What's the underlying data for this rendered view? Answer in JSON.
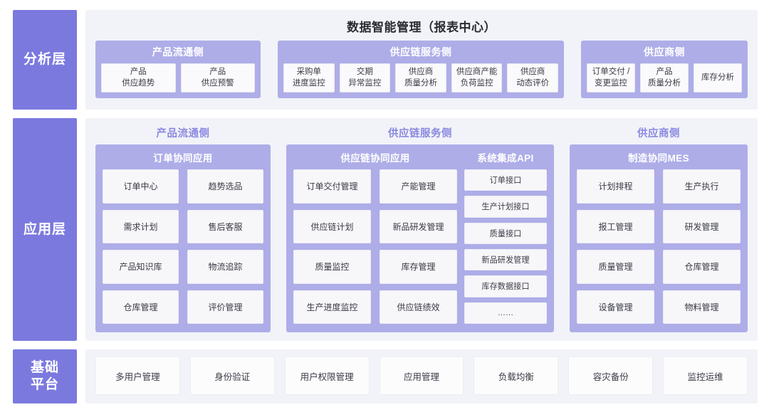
{
  "diagram": {
    "accent_dark": "#7B79DE",
    "accent_mid": "#AEADE8",
    "panel_bg": "#F2F3F8",
    "heading_color": "#8B89E0"
  },
  "analysis_layer": {
    "tab_label": "分析层",
    "title": "数据智能管理（报表中心）",
    "groups": [
      {
        "title": "产品流通侧",
        "items": [
          "产品\n供应趋势",
          "产品\n供应预警"
        ]
      },
      {
        "title": "供应链服务侧",
        "items": [
          "采购单\n进度监控",
          "交期\n异常监控",
          "供应商\n质量分析",
          "供应商产能\n负荷监控",
          "供应商\n动态评价"
        ]
      },
      {
        "title": "供应商侧",
        "items": [
          "订单交付 /\n变更监控",
          "产品\n质量分析",
          "库存分析"
        ]
      }
    ]
  },
  "application_layer": {
    "tab_label": "应用层",
    "columns": [
      {
        "heading": "产品流通侧",
        "groups": [
          {
            "title": "订单协同应用",
            "layout": "grid2",
            "items": [
              "订单中心",
              "趋势选品",
              "需求计划",
              "售后客服",
              "产品知识库",
              "物流追踪",
              "仓库管理",
              "评价管理"
            ]
          }
        ]
      },
      {
        "heading": "供应链服务侧",
        "groups": [
          {
            "title": "供应链协同应用",
            "layout": "grid2",
            "items": [
              "订单交付管理",
              "产能管理",
              "供应链计划",
              "新品研发管理",
              "质量监控",
              "库存管理",
              "生产进度监控",
              "供应链绩效"
            ]
          },
          {
            "title": "系统集成API",
            "layout": "list",
            "items": [
              "订单接口",
              "生产计划接口",
              "质量接口",
              "新品研发管理",
              "库存数据接口",
              "……"
            ]
          }
        ]
      },
      {
        "heading": "供应商侧",
        "groups": [
          {
            "title": "制造协同MES",
            "layout": "grid2",
            "items": [
              "计划排程",
              "生产执行",
              "报工管理",
              "研发管理",
              "质量管理",
              "仓库管理",
              "设备管理",
              "物料管理"
            ]
          }
        ]
      }
    ]
  },
  "base_layer": {
    "tab_label": "基础\n平台",
    "items": [
      "多用户管理",
      "身份验证",
      "用户权限管理",
      "应用管理",
      "负载均衡",
      "容灾备份",
      "监控运维"
    ]
  }
}
